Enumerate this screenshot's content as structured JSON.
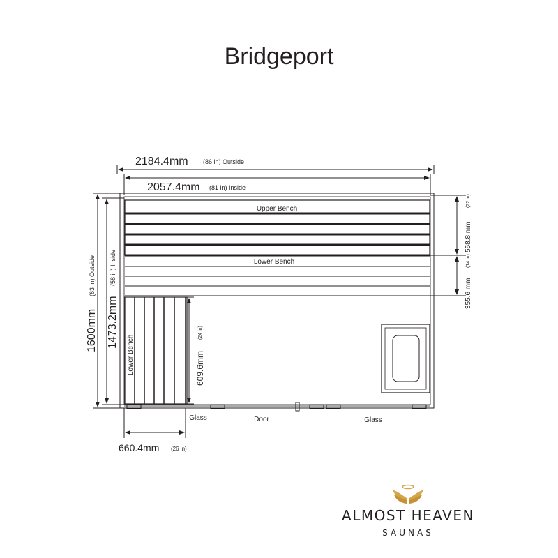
{
  "title": "Bridgeport",
  "dimensions": {
    "outside_width": {
      "value": "2184.4mm",
      "note": "(86 in) Outside"
    },
    "inside_width": {
      "value": "2057.4mm",
      "note": "(81 in) Inside"
    },
    "outside_depth": {
      "value": "1600mm",
      "note": "(63 in) Outside"
    },
    "inside_depth": {
      "value": "1473.2mm",
      "note": "(58 in) Inside"
    },
    "upper_bench_depth": {
      "value": "558.8 mm",
      "note": "(22 in)"
    },
    "lower_bench_depth": {
      "value": "355.6 mm",
      "note": "(14 in)"
    },
    "side_bench_length": {
      "value": "609.6mm",
      "note": "(24 in)"
    },
    "side_bench_width": {
      "value": "660.4mm",
      "note": "(26 in)"
    }
  },
  "labels": {
    "upper_bench": "Upper Bench",
    "lower_bench": "Lower Bench",
    "side_lower_bench": "Lower Bench",
    "glass_left": "Glass",
    "door": "Door",
    "glass_right": "Glass"
  },
  "brand": {
    "name": "ALMOST HEAVEN",
    "sub": "SAUNAS",
    "logo_color": "#d4a54a"
  },
  "colors": {
    "ink": "#231f20",
    "logo_gold": "#d4a54a"
  }
}
